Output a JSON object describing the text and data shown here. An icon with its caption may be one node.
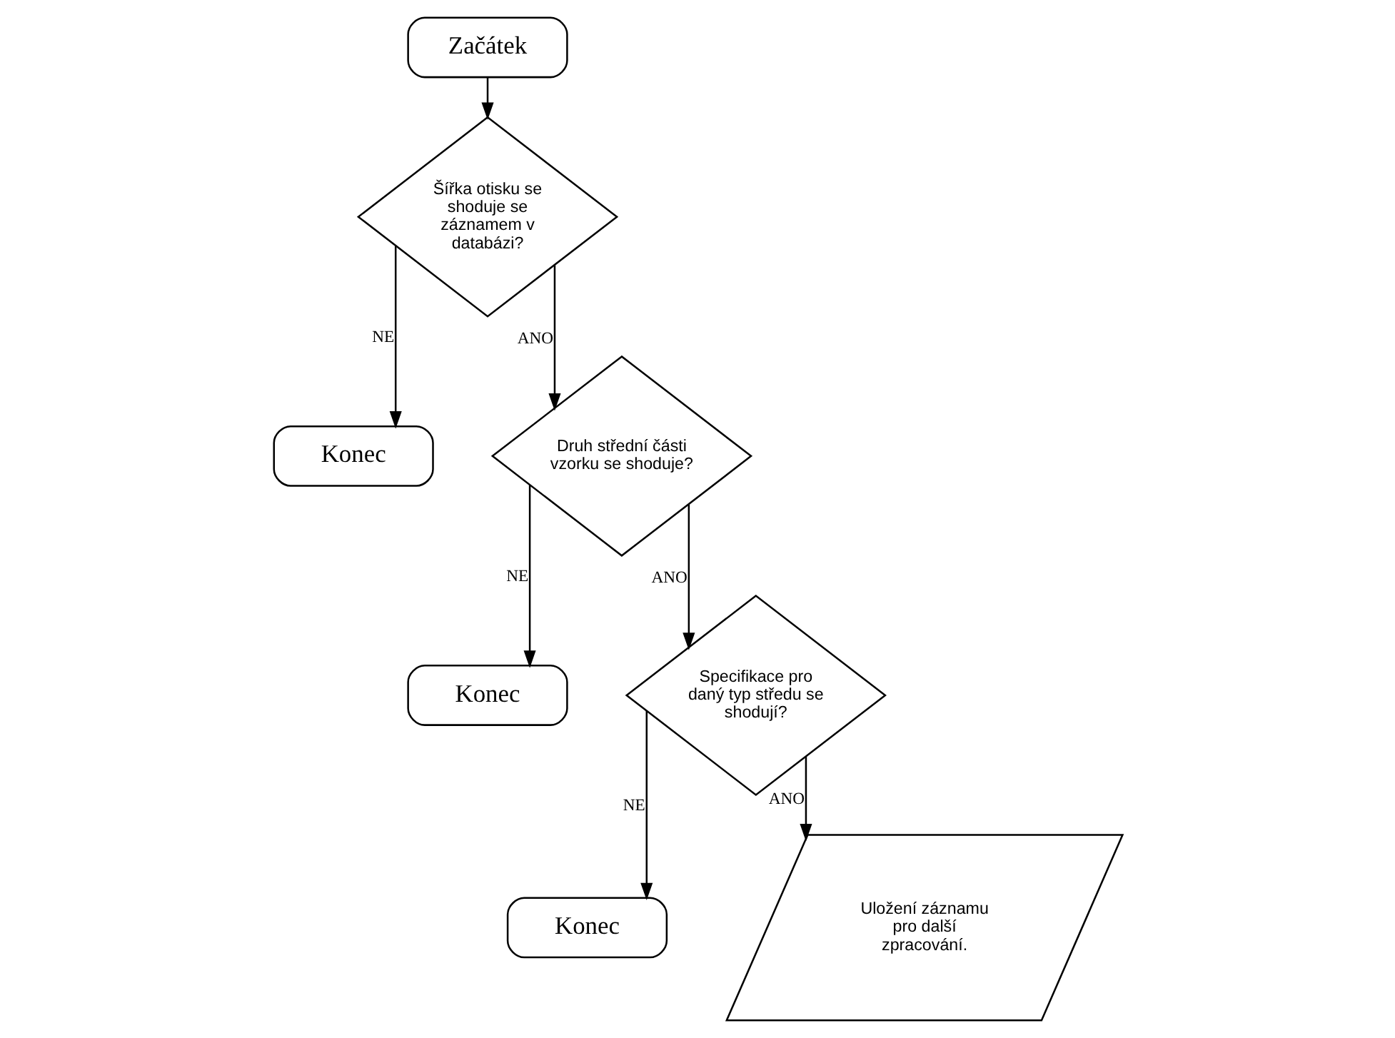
{
  "diagram": {
    "nodes": [
      {
        "text": [
          "Začátek"
        ]
      },
      {
        "text": [
          "Šířka otisku se shoduje se záznamem v databázi?"
        ]
      },
      {
        "text": [
          "Konec"
        ]
      },
      {
        "text": [
          "Druh střední části vzorku se shoduje?"
        ]
      },
      {
        "text": [
          "Konec"
        ]
      },
      {
        "text": [
          "Specifikace pro daný typ středu se shodují?"
        ]
      },
      {
        "text": [
          "Konec"
        ]
      },
      {
        "text": [
          "Uložení záznamu pro další zpracování."
        ]
      }
    ],
    "edges": [
      {
        "from": 0,
        "to": 1,
        "arrow": "to"
      },
      {
        "from": 1,
        "to": 2,
        "arrow": "to",
        "label": "NE"
      },
      {
        "from": 1,
        "to": 3,
        "arrow": "to",
        "label": "ANO"
      },
      {
        "from": 3,
        "to": 4,
        "arrow": "to",
        "label": "NE"
      },
      {
        "from": 3,
        "to": 5,
        "arrow": "to",
        "label": "ANO"
      },
      {
        "from": 5,
        "to": 6,
        "arrow": "to",
        "label": "NE"
      },
      {
        "from": 5,
        "to": 7,
        "arrow": "to",
        "label": "ANO"
      }
    ]
  }
}
